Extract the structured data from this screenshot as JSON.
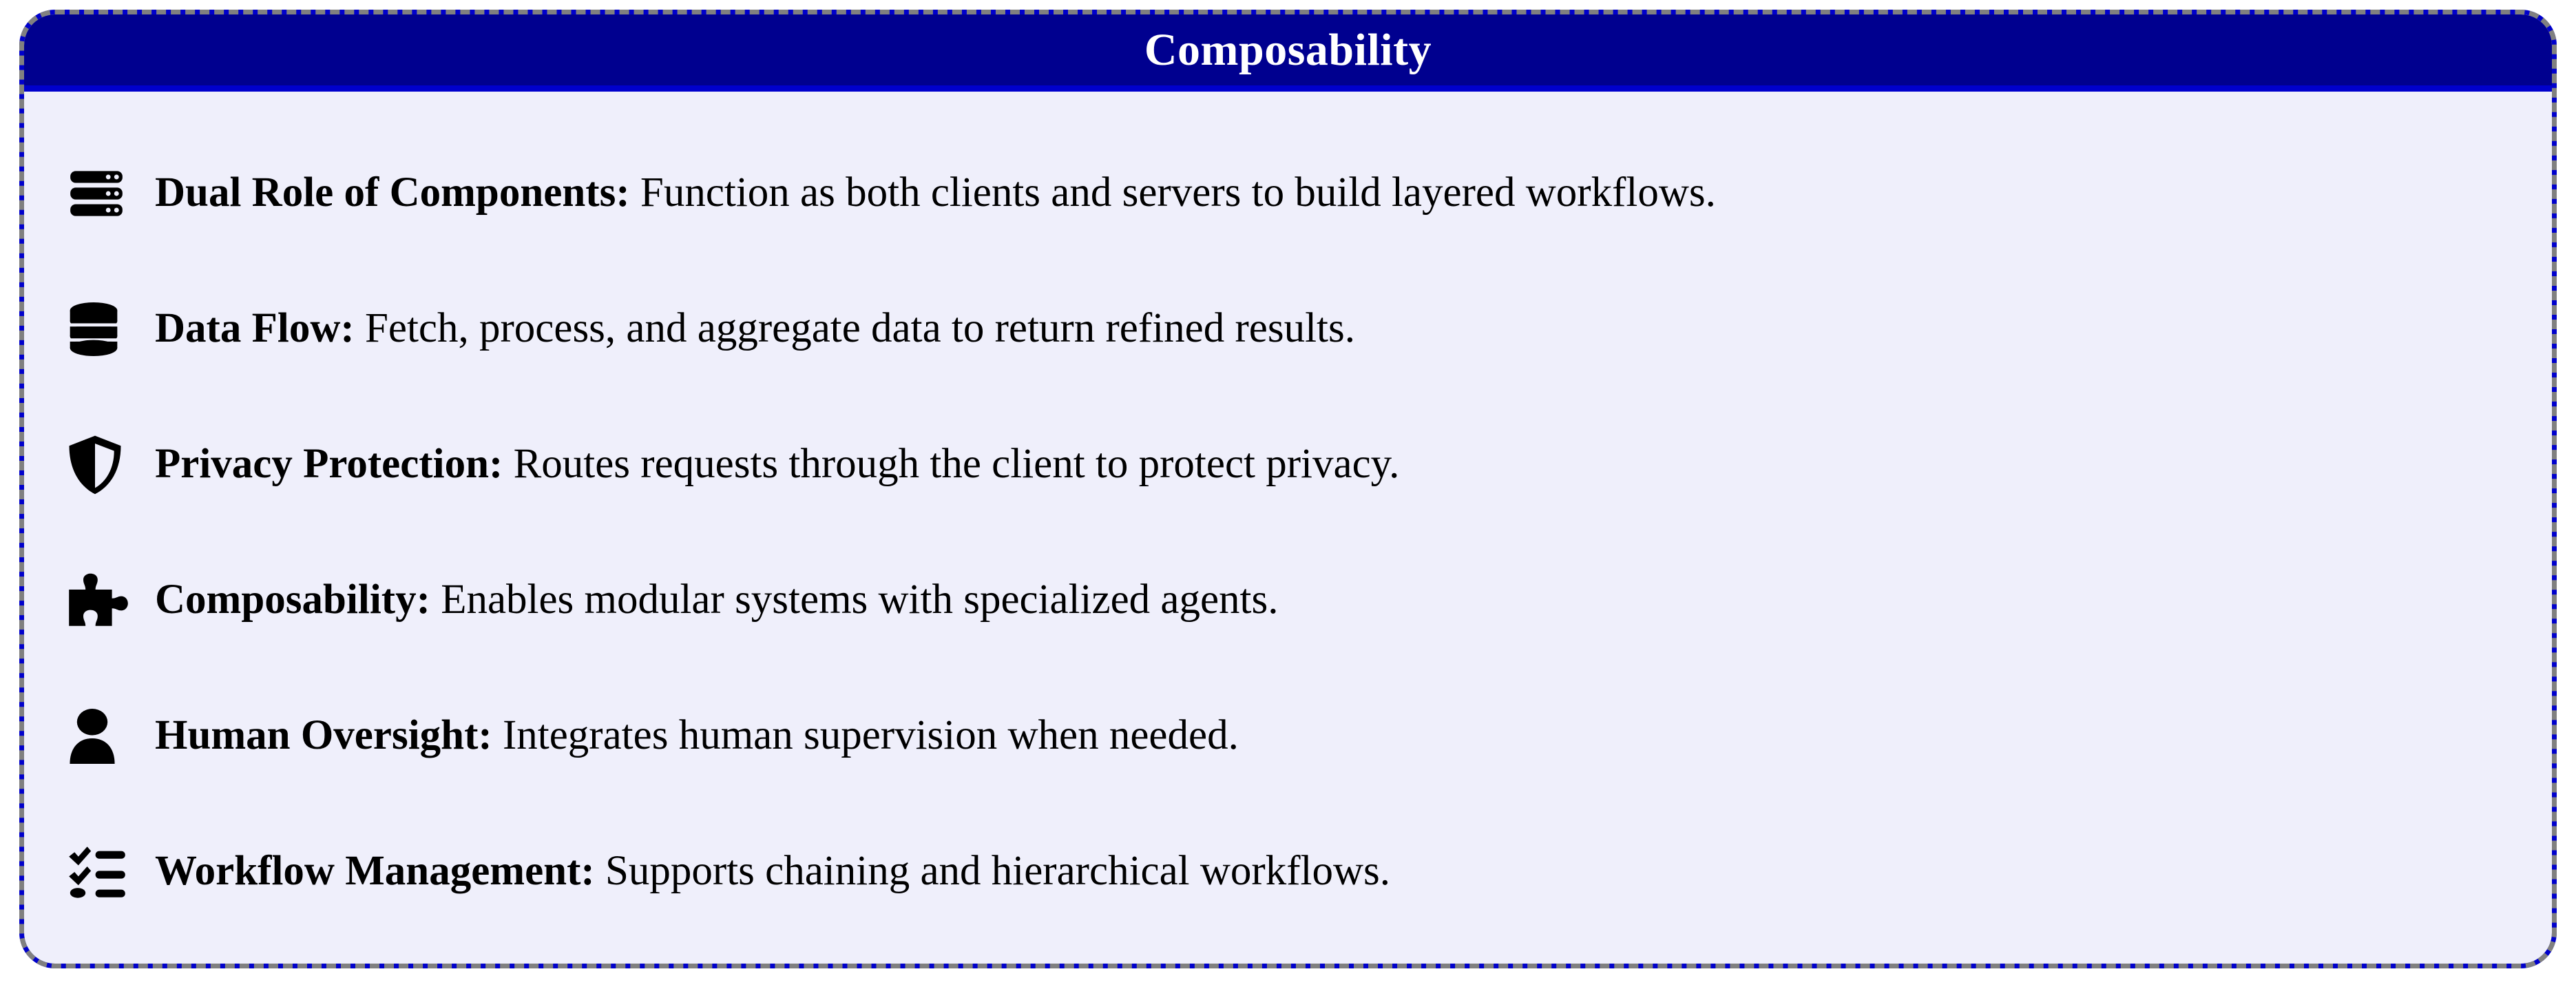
{
  "card": {
    "title": "Composability",
    "colors": {
      "header_bg": "#00008F",
      "header_rule": "#0000CC",
      "body_bg": "#EFEFFB",
      "border_solid": "#0000CC",
      "border_dash": "#808080",
      "title_text": "#FFFFFF",
      "body_text": "#000000"
    },
    "items": [
      {
        "icon": "server-rack-icon",
        "lead": "Dual Role of Components:",
        "desc": " Function as both clients and servers to build layered workflows."
      },
      {
        "icon": "database-cylinder-icon",
        "lead": "Data Flow:",
        "desc": " Fetch, process, and aggregate data to return refined results."
      },
      {
        "icon": "shield-half-icon",
        "lead": "Privacy Protection:",
        "desc": " Routes requests through the client to protect privacy."
      },
      {
        "icon": "puzzle-piece-icon",
        "lead": "Composability:",
        "desc": " Enables modular systems with specialized agents."
      },
      {
        "icon": "person-icon",
        "lead": "Human Oversight:",
        "desc": " Integrates human supervision when needed."
      },
      {
        "icon": "checklist-icon",
        "lead": "Workflow Management:",
        "desc": " Supports chaining and hierarchical workflows."
      }
    ]
  }
}
